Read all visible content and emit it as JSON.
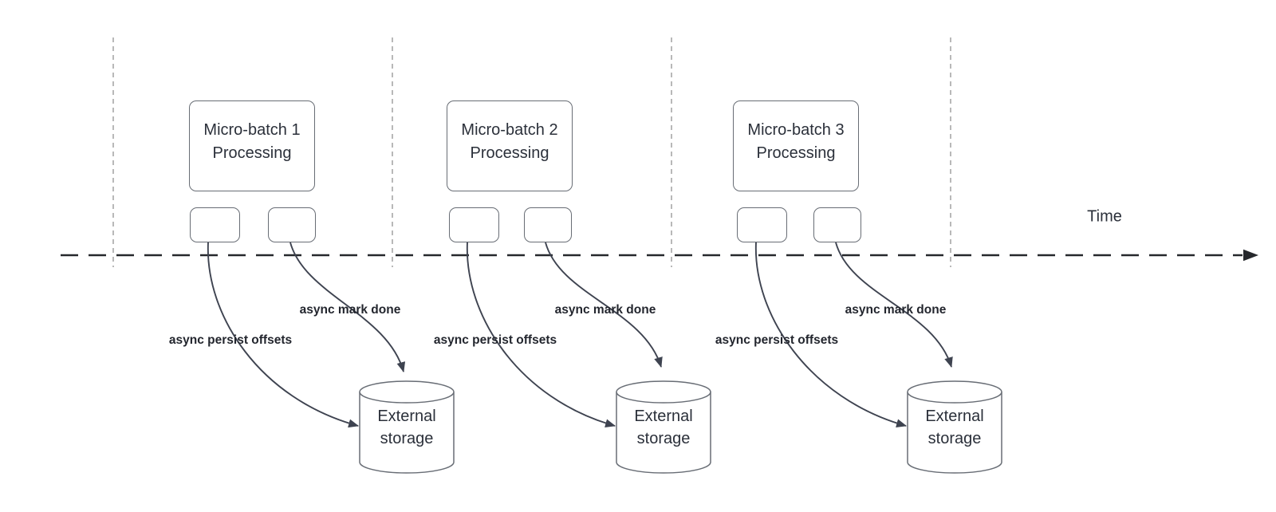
{
  "diagram": {
    "time_axis_label": "Time",
    "groups": [
      {
        "batch_label": "Micro-batch 1\nProcessing",
        "persist_label": "async persist offsets",
        "mark_done_label": "async mark done",
        "storage_label": "External\nstorage"
      },
      {
        "batch_label": "Micro-batch 2\nProcessing",
        "persist_label": "async persist offsets",
        "mark_done_label": "async mark done",
        "storage_label": "External\nstorage"
      },
      {
        "batch_label": "Micro-batch 3\nProcessing",
        "persist_label": "async persist offsets",
        "mark_done_label": "async mark done",
        "storage_label": "External\nstorage"
      }
    ],
    "colors": {
      "background": "#ffffff",
      "line": "#3e4350",
      "timeline": "#26282c",
      "grid_line": "#9b9b9b",
      "box_border": "#686d75",
      "text": "#2b303a",
      "label_text": "#23262e"
    }
  }
}
